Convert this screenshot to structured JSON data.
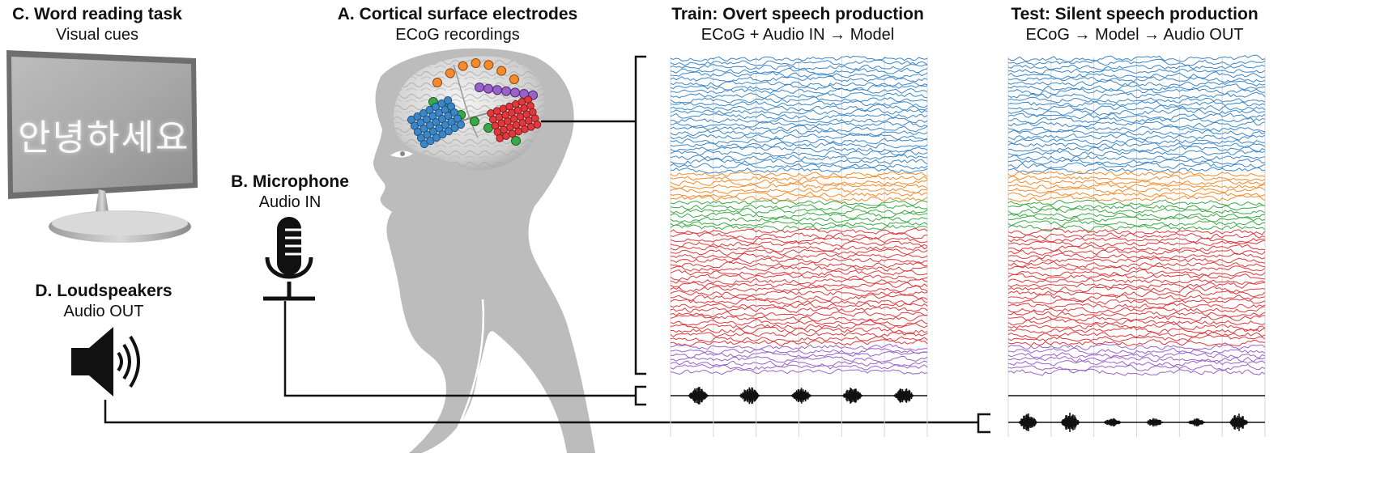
{
  "labels": {
    "word_task": {
      "title": "C. Word reading task",
      "subtitle": "Visual cues"
    },
    "electrodes": {
      "title": "A. Cortical surface electrodes",
      "subtitle": "ECoG recordings"
    },
    "train": {
      "title": "Train: Overt speech production",
      "subtitle": "ECoG + Audio IN → Model"
    },
    "test": {
      "title": "Test: Silent speech production",
      "subtitle": "ECoG → Model → Audio OUT"
    },
    "microphone": {
      "title": "B. Microphone",
      "subtitle": "Audio IN"
    },
    "loudspeakers": {
      "title": "D. Loudspeakers",
      "subtitle": "Audio OUT"
    }
  },
  "screen_word": "안녕하세요",
  "icons": {
    "monitor": "monitor-icon",
    "microphone": "microphone-icon",
    "speaker": "speaker-icon",
    "head": "head-silhouette-icon",
    "brain": "brain-icon"
  },
  "electrode_colors": {
    "blue": "#3a86c8",
    "orange": "#f58b2a",
    "green": "#3aa845",
    "red": "#e0383c",
    "purple": "#9a62c9"
  },
  "ecog_groups": [
    {
      "color": "blue",
      "channels": 28
    },
    {
      "color": "orange",
      "channels": 7
    },
    {
      "color": "green",
      "channels": 7
    },
    {
      "color": "red",
      "channels": 28
    },
    {
      "color": "purple",
      "channels": 7
    }
  ],
  "train_audio_bursts": 5,
  "test_audio_bursts": 6
}
